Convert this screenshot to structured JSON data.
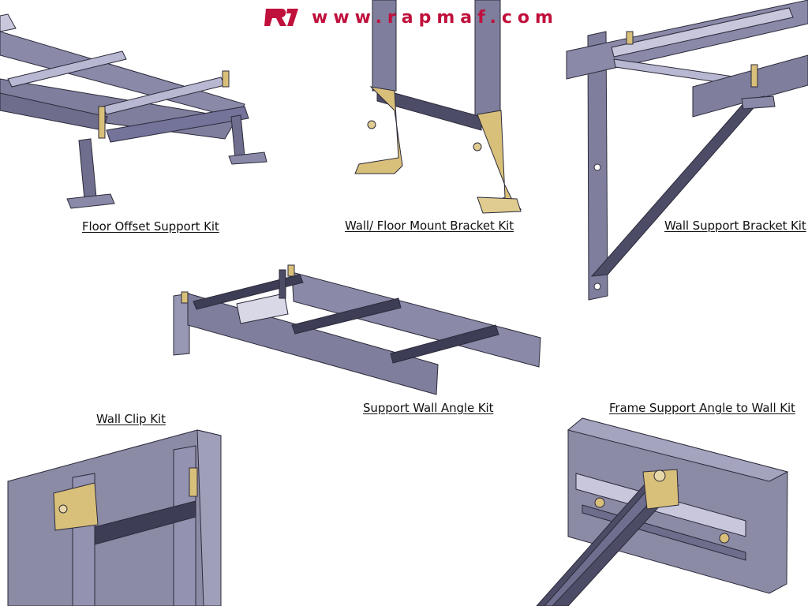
{
  "brand": {
    "logo_text": "R1",
    "url": "www.rapmaf.com",
    "color": "#c0103c"
  },
  "captions": {
    "floor_offset": "Floor Offset Support Kit",
    "wall_floor_mount": "Wall/ Floor Mount Bracket Kit",
    "wall_support_bracket": "Wall Support Bracket Kit",
    "support_wall_angle": "Support Wall Angle Kit",
    "wall_clip": "Wall Clip Kit",
    "frame_support_angle": "Frame Support Angle to Wall Kit"
  },
  "colors": {
    "steel": "#7f7e9c",
    "steel_light": "#a9a8c4",
    "steel_dark": "#4d4c66",
    "rung": "#3e3d56",
    "brass": "#d9c07a",
    "concrete": "#8c8ba6"
  }
}
